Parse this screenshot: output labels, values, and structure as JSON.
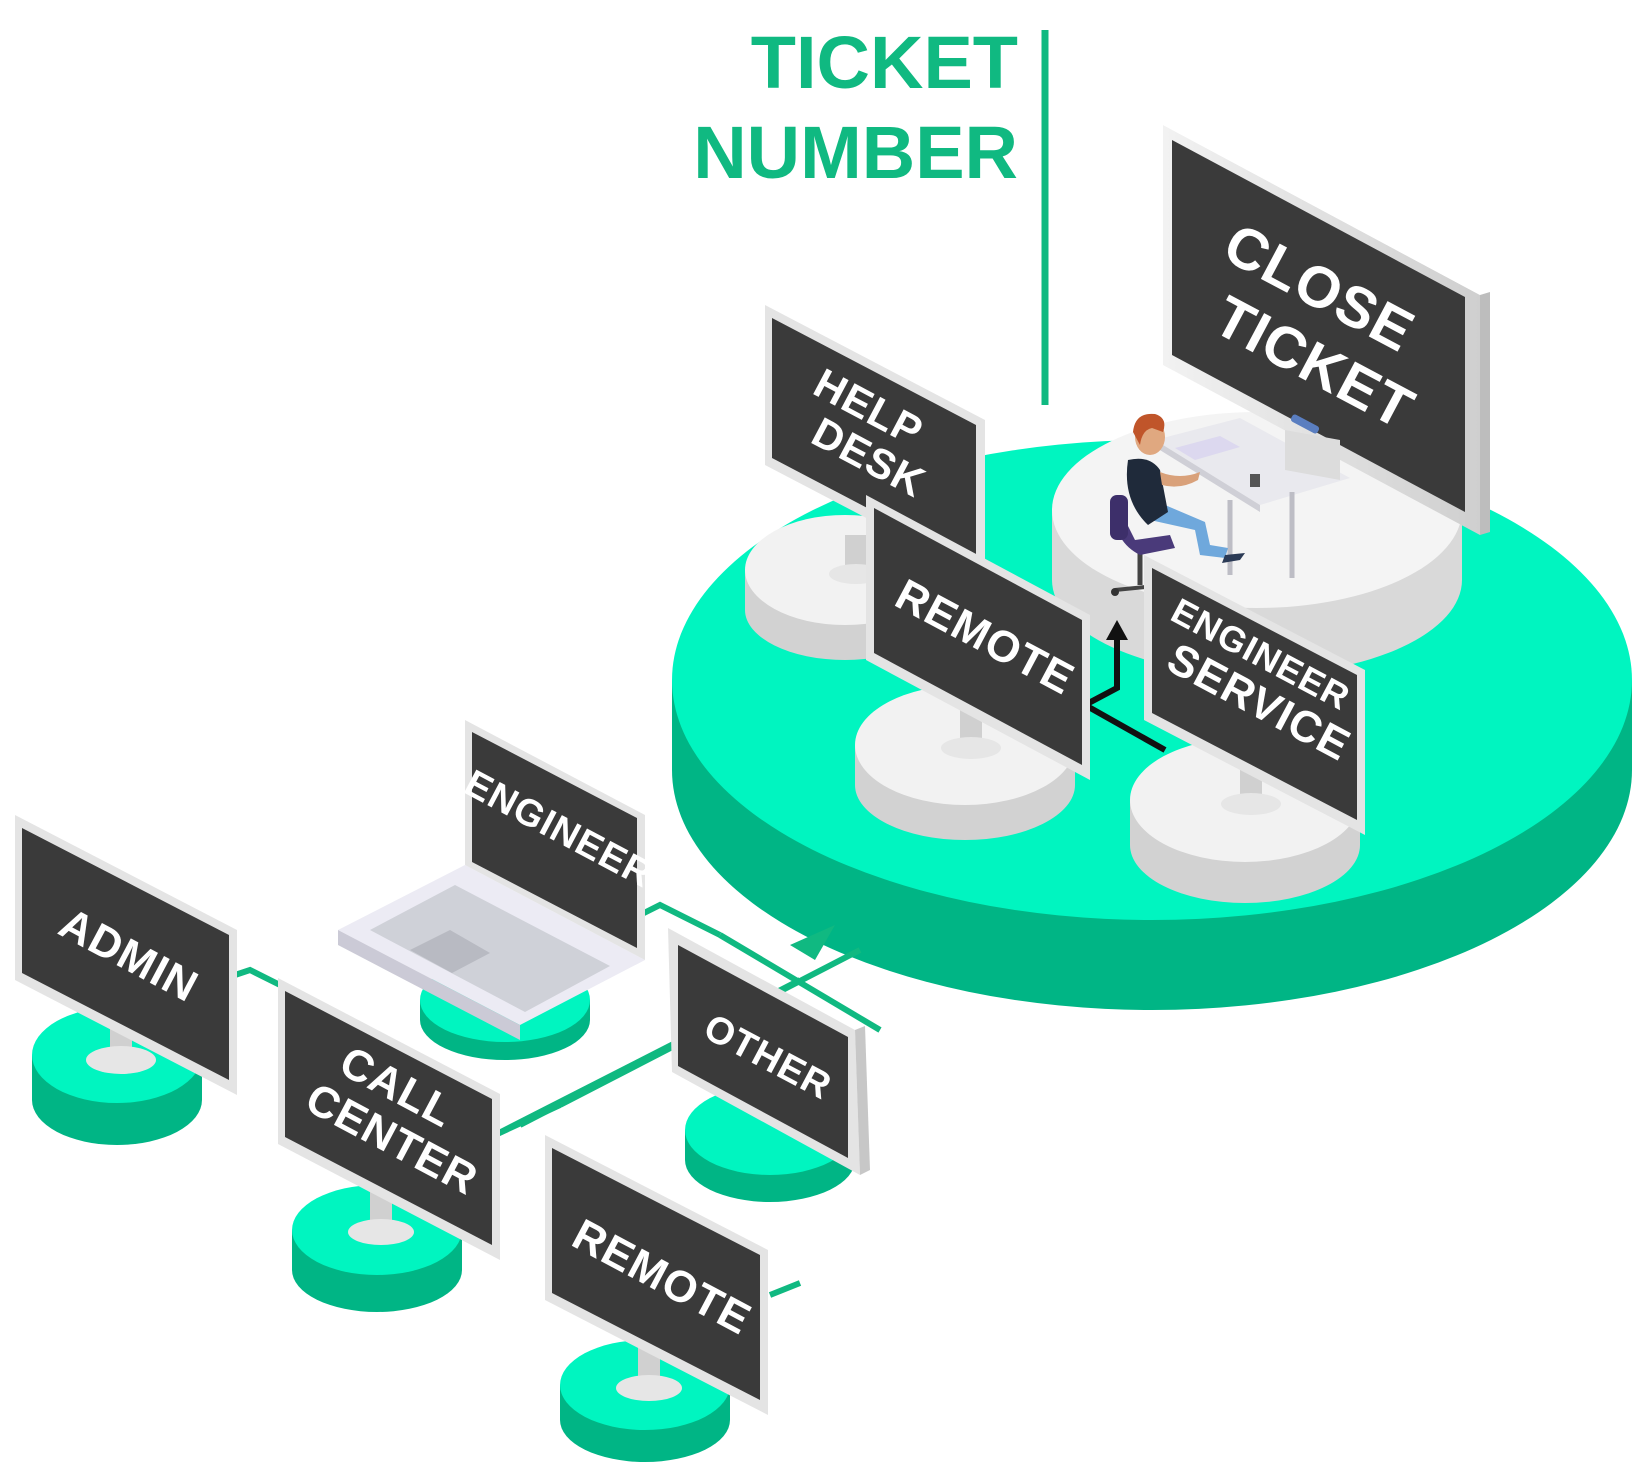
{
  "title": {
    "line1": "TICKET",
    "line2": "NUMBER"
  },
  "close_ticket": {
    "line1": "CLOSE",
    "line2": "TICKET"
  },
  "help_desk": {
    "line1": "HELP",
    "line2": "DESK"
  },
  "remote_top": {
    "label": "REMOTE"
  },
  "engineer_service": {
    "line1": "ENGINEER",
    "line2": "SERVICE"
  },
  "engineer": {
    "label": "ENGINEER"
  },
  "admin": {
    "label": "ADMIN"
  },
  "call_center": {
    "line1": "CALL",
    "line2": "CENTER"
  },
  "other": {
    "label": "OTHER"
  },
  "remote_bottom": {
    "label": "REMOTE"
  },
  "colors": {
    "accent": "#10b981",
    "platform_top": "#00f5c0",
    "platform_side": "#00b585",
    "screen": "#3a3a3a",
    "bezel": "#e8e8e8"
  }
}
